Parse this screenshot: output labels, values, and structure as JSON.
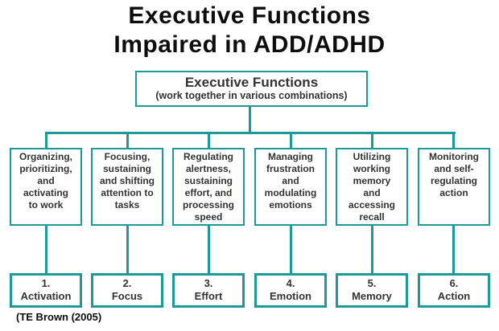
{
  "title": {
    "line1": "Executive Functions",
    "line2": "Impaired in ADD/ADHD"
  },
  "root": {
    "heading": "Executive Functions",
    "subheading": "(work together in various combinations)"
  },
  "functions": [
    {
      "number": "1.",
      "name": "Activation",
      "description": "Organizing,\nprioritizing,\nand\nactivating\nto work"
    },
    {
      "number": "2.",
      "name": "Focus",
      "description": "Focusing,\nsustaining\nand shifting\nattention to\ntasks"
    },
    {
      "number": "3.",
      "name": "Effort",
      "description": "Regulating\nalertness,\nsustaining\neffort, and\nprocessing\nspeed"
    },
    {
      "number": "4.",
      "name": "Emotion",
      "description": "Managing\nfrustration\nand\nmodulating\nemotions"
    },
    {
      "number": "5.",
      "name": "Memory",
      "description": "Utilizing\nworking\nmemory\nand\naccessing\nrecall"
    },
    {
      "number": "6.",
      "name": "Action",
      "description": "Monitoring\nand self-\nregulating\naction"
    }
  ],
  "citation": "(TE Brown (2005)",
  "colors": {
    "accent": "#1E9999",
    "box_text": "#333333",
    "title_text": "#0D0D0D"
  }
}
